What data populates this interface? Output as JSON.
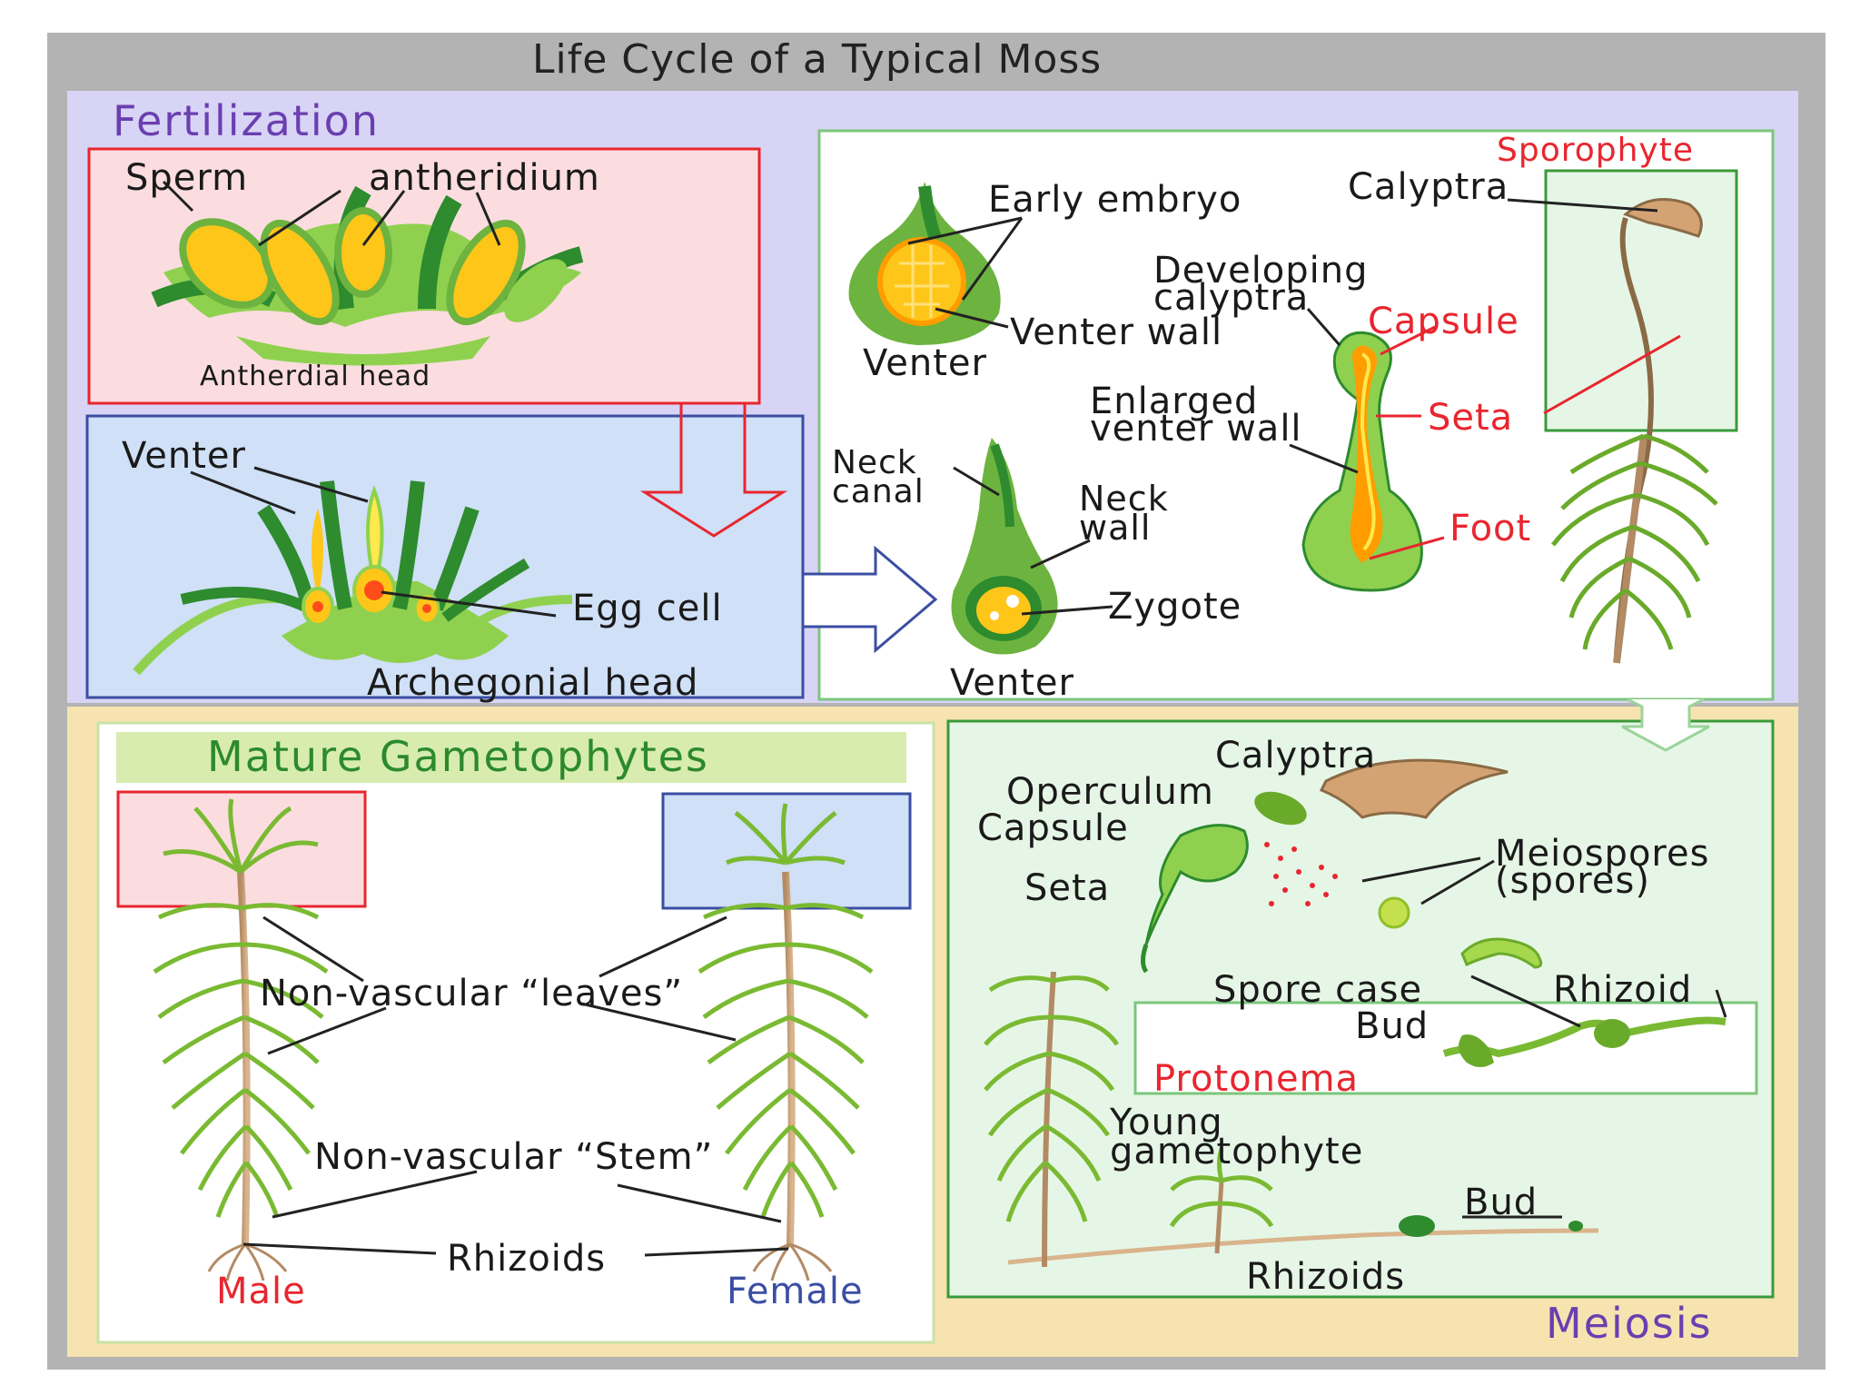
{
  "title": "Life Cycle of a Typical Moss",
  "sections": {
    "fertilization": "Fertilization",
    "mature": "Mature Gametophytes",
    "meiosis": "Meiosis",
    "sporophyte": "Sporophyte"
  },
  "fertilization": {
    "sperm": "Sperm",
    "antheridium": "antheridium",
    "antherdial_head": "Antherdial head",
    "venter": "Venter",
    "egg_cell": "Egg cell",
    "archegonial_head": "Archegonial head"
  },
  "embryo": {
    "early_embryo": "Early embryo",
    "venter_wall": "Venter wall",
    "venter_top": "Venter",
    "neck_canal_1": "Neck",
    "neck_canal_2": "canal",
    "neck_wall_1": "Neck",
    "neck_wall_2": "wall",
    "zygote": "Zygote",
    "venter_bottom": "Venter",
    "developing_calyptra_1": "Developing",
    "developing_calyptra_2": "calyptra",
    "capsule": "Capsule",
    "enlarged_venter_1": "Enlarged",
    "enlarged_venter_2": "venter wall",
    "seta": "Seta",
    "foot": "Foot",
    "calyptra": "Calyptra"
  },
  "gametophytes": {
    "leaves": "Non-vascular “leaves”",
    "stem": "Non-vascular “Stem”",
    "rhizoids": "Rhizoids",
    "male": "Male",
    "female": "Female"
  },
  "meiosis_panel": {
    "calyptra": "Calyptra",
    "operculum": "Operculum",
    "capsule": "Capsule",
    "seta": "Seta",
    "meiospores_1": "Meiospores",
    "meiospores_2": "(spores)",
    "spore_case": "Spore case",
    "rhizoid": "Rhizoid",
    "bud": "Bud",
    "protonema": "Protonema",
    "young_1": "Young",
    "young_2": "gametophyte",
    "bud2": "Bud",
    "rhizoids": "Rhizoids"
  },
  "colors": {
    "frame": "#b3b3b3",
    "fertilization_bg": "#d8d4f5",
    "bottom_bg": "#f7e3b0",
    "red_box": "#fbdde0",
    "blue_box": "#cfe0f7",
    "green_box": "#e6f6e6",
    "accent_red": "#e8262f",
    "accent_blue": "#3b4ea3",
    "accent_purple": "#6a3fb0",
    "accent_green": "#2c8a2c"
  }
}
